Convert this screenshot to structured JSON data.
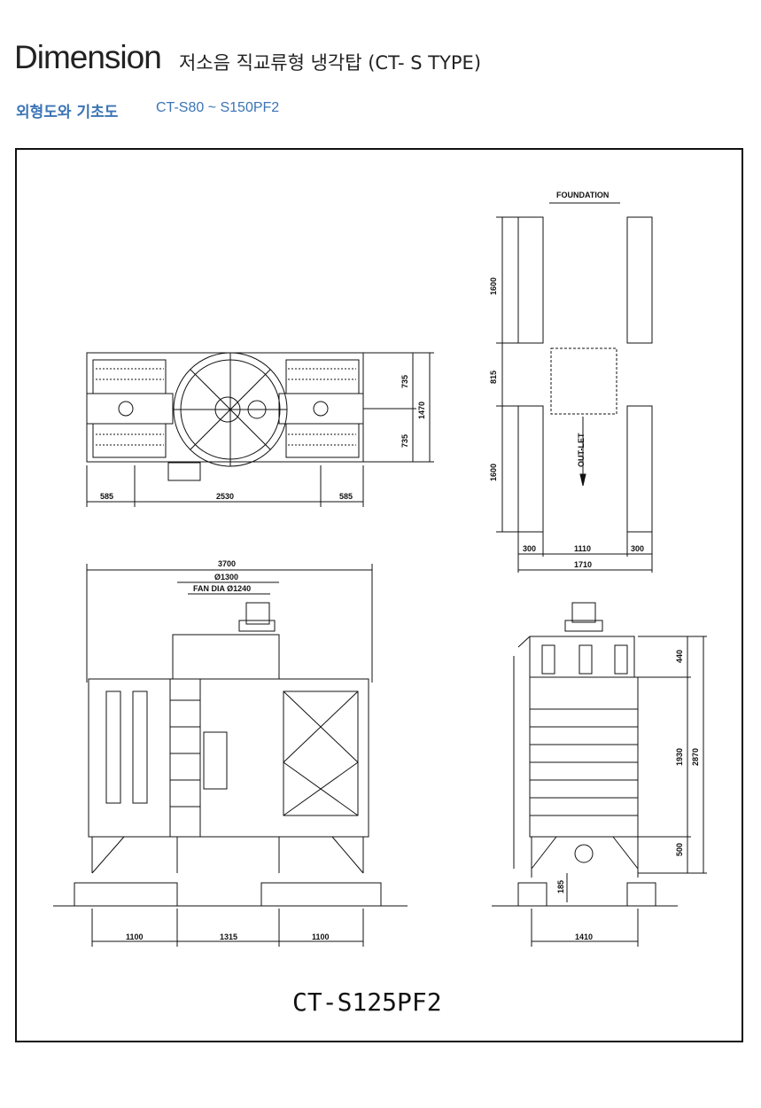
{
  "header": {
    "title": "Dimension",
    "subtitle": "저소음 직교류형 냉각탑 (CT- S TYPE)",
    "section_label": "외형도와 기초도",
    "model_range": "CT-S80 ~ S150PF2"
  },
  "drawing": {
    "model": "CT-S125PF2",
    "foundation_label": "FOUNDATION",
    "outlet_label": "OUT-LET",
    "plan_view": {
      "w1": "585",
      "w2": "2530",
      "w3": "585",
      "h1": "735",
      "h2": "735",
      "h_total": "1470"
    },
    "foundation_view": {
      "len_top": "1600",
      "gap": "815",
      "len_bottom": "1600",
      "w1": "300",
      "w2": "1110",
      "w3": "300",
      "w_total": "1710"
    },
    "front_view": {
      "total_len": "3700",
      "dia_outer": "Ø1300",
      "fan_dia": "FAN DIA Ø1240",
      "base1": "1100",
      "base2": "1315",
      "base3": "1100"
    },
    "side_view": {
      "h_top": "440",
      "h_mid": "1930",
      "h_total": "2870",
      "h_leg": "500",
      "h_base": "185",
      "w_base": "1410"
    }
  },
  "colors": {
    "accent": "#3b74b5",
    "line": "#111111"
  }
}
